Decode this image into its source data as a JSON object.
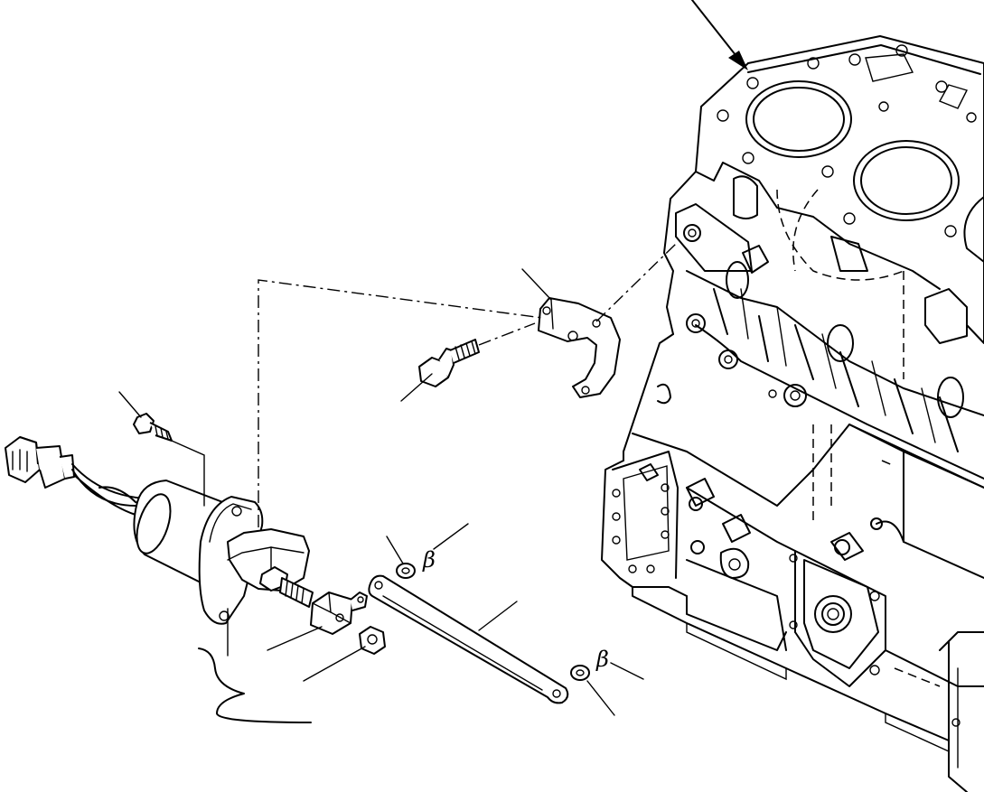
{
  "diagram": {
    "assembly_marks": [
      {
        "id": "washer-mark-upper",
        "text": "β"
      },
      {
        "id": "washer-mark-lower",
        "text": "β"
      }
    ]
  }
}
